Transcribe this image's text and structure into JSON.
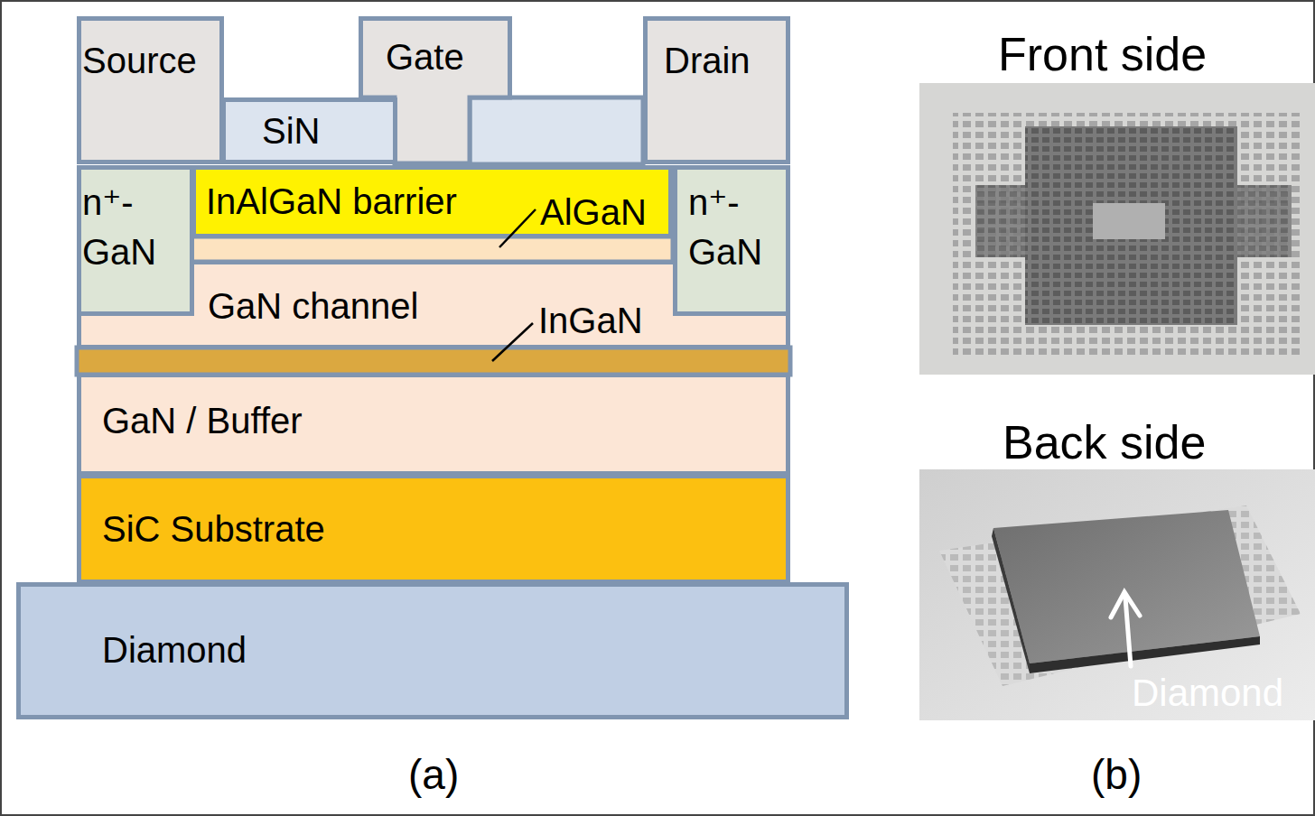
{
  "diagram": {
    "nodes": [
      {
        "text": [
          "Source"
        ]
      },
      {
        "text": [
          "Gate"
        ]
      },
      {
        "text": [
          "Drain"
        ]
      },
      {
        "text": [
          "SiN"
        ]
      },
      {
        "text": [
          "n⁺- GaN"
        ]
      },
      {
        "text": [
          "InAlGaN barrier"
        ]
      },
      {
        "text": [
          "n⁺- GaN"
        ]
      },
      {
        "text": [
          "GaN channel"
        ]
      },
      {
        "text": [
          "GaN / Buffer"
        ]
      },
      {
        "text": [
          "SiC Substrate"
        ]
      },
      {
        "text": [
          "Diamond"
        ]
      }
    ],
    "labels": [
      "AlGaN",
      "InGaN",
      "Front side",
      "Back side",
      "Diamond",
      "(a)",
      "(b)"
    ]
  }
}
